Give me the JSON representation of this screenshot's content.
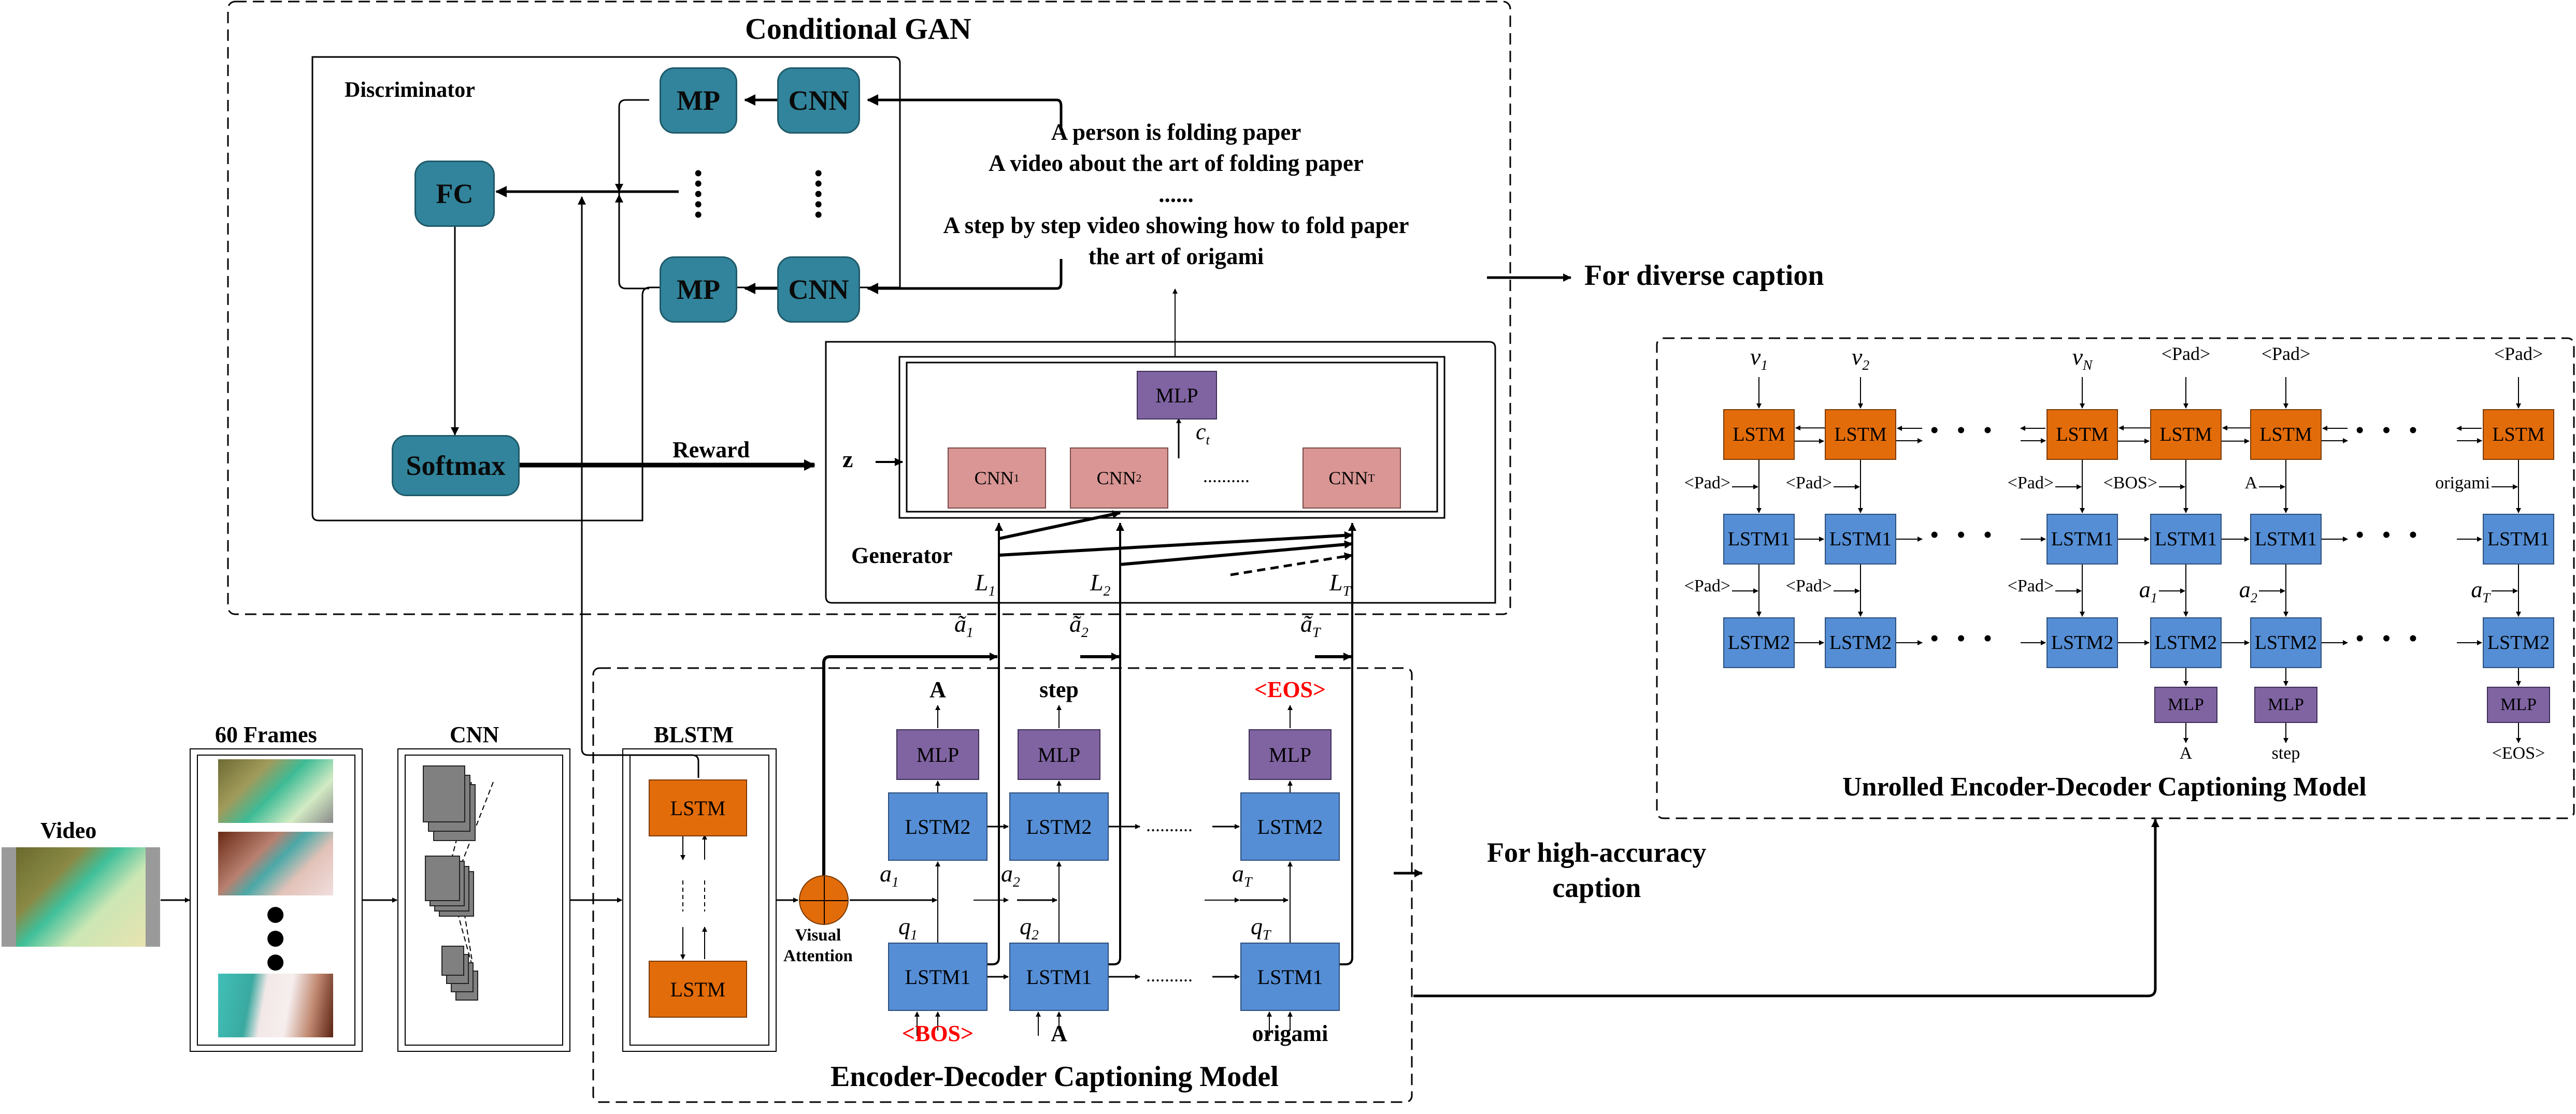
{
  "figure": {
    "colors": {
      "discriminator": "#31849b",
      "lstm_encoder": "#e36c0a",
      "lstm_decoder": "#558ed5",
      "mlp": "#8064a2",
      "generator_cnn": "#d99694",
      "feature_map": "#808080",
      "special_token": "#ff0000"
    }
  },
  "cgan": {
    "title": "Conditional GAN",
    "discriminator": {
      "label": "Discriminator",
      "mp": "MP",
      "cnn": "CNN",
      "fc": "FC",
      "softmax": "Softmax"
    },
    "captions": [
      "A person is folding paper",
      "A video about the art of folding paper",
      "......",
      "A step by step video showing how to fold paper",
      "the art of origami"
    ],
    "reward": "Reward",
    "generator": {
      "label": "Generator",
      "z": "z",
      "mlp": "MLP",
      "ct": "c",
      "ct_sub": "t",
      "cnns": [
        {
          "name": "CNN",
          "sub": "1"
        },
        {
          "name": "CNN",
          "sub": "2"
        },
        {
          "name": "CNN",
          "sub": "T"
        }
      ],
      "dots": "..........",
      "L": [
        {
          "name": "L",
          "sub": "1"
        },
        {
          "name": "L",
          "sub": "2"
        },
        {
          "name": "L",
          "sub": "T"
        }
      ]
    },
    "a_tilde": [
      {
        "name": "ã",
        "sub": "1"
      },
      {
        "name": "ã",
        "sub": "2"
      },
      {
        "name": "ã",
        "sub": "T"
      }
    ]
  },
  "outputs": {
    "diverse": "For diverse caption",
    "accurate_line1": "For high-accuracy",
    "accurate_line2": "caption"
  },
  "pipeline": {
    "video": "Video",
    "frames": "60 Frames",
    "cnn": "CNN",
    "blstm": "BLSTM",
    "lstm": "LSTM",
    "visual_attention_1": "Visual",
    "visual_attention_2": "Attention"
  },
  "encdec": {
    "title": "Encoder-Decoder Captioning Model",
    "steps": [
      {
        "output": "A",
        "input": "<BOS>",
        "a": "a",
        "a_sub": "1",
        "q": "q",
        "q_sub": "1",
        "output_special": false,
        "input_special": true
      },
      {
        "output": "step",
        "input": "A",
        "a": "a",
        "a_sub": "2",
        "q": "q",
        "q_sub": "2",
        "output_special": false,
        "input_special": false
      },
      {
        "output": "<EOS>",
        "input": "origami",
        "a": "a",
        "a_sub": "T",
        "q": "q",
        "q_sub": "T",
        "output_special": true,
        "input_special": false
      }
    ],
    "mlp": "MLP",
    "lstm1": "LSTM1",
    "lstm2": "LSTM2",
    "dots": ".........."
  },
  "unrolled": {
    "title": "Unrolled Encoder-Decoder Captioning Model",
    "lstm": "LSTM",
    "lstm1": "LSTM1",
    "lstm2": "LSTM2",
    "mlp": "MLP",
    "top_inputs": [
      {
        "name": "v",
        "sub": "1"
      },
      {
        "name": "v",
        "sub": "2"
      },
      {
        "name": "v",
        "sub": "N"
      },
      {
        "text": "<Pad>"
      },
      {
        "text": "<Pad>"
      },
      {
        "text": "<Pad>"
      }
    ],
    "row1_side_inputs": [
      "<Pad>",
      "<Pad>",
      "<Pad>",
      "<BOS>",
      "A",
      "origami"
    ],
    "row2_side_inputs": [
      {
        "text": "<Pad>"
      },
      {
        "text": "<Pad>"
      },
      {
        "text": "<Pad>"
      },
      {
        "name": "a",
        "sub": "1"
      },
      {
        "name": "a",
        "sub": "2"
      },
      {
        "name": "a",
        "sub": "T"
      }
    ],
    "outputs": [
      "A",
      "step",
      "<EOS>"
    ]
  }
}
